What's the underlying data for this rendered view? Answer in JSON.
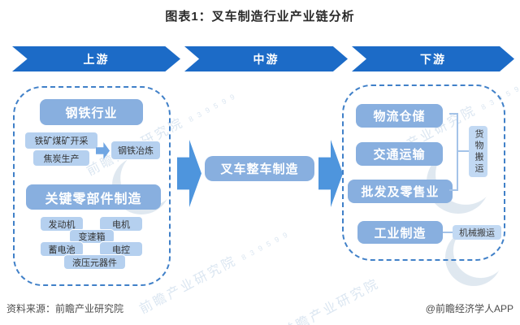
{
  "title": "图表1：叉车制造行业产业链分析",
  "banners": {
    "upstream": "上游",
    "midstream": "中游",
    "downstream": "下游"
  },
  "upstream": {
    "steel_industry": "钢铁行业",
    "mining": "铁矿煤矿开采",
    "coke": "焦炭生产",
    "smelting": "钢铁冶炼",
    "key_components": "关键零部件制造",
    "engine": "发动机",
    "motor": "电机",
    "gearbox": "变速箱",
    "battery": "蓄电池",
    "electric_control": "电控",
    "hydraulic": "液压元器件"
  },
  "midstream": {
    "forklift_manufacturing": "叉车整车制造"
  },
  "downstream": {
    "logistics_warehousing": "物流仓储",
    "transportation": "交通运输",
    "wholesale_retail": "批发及零售业",
    "cargo_handling": "货物搬运",
    "industrial_manufacturing": "工业制造",
    "mechanical_handling": "机械搬运"
  },
  "footer": {
    "source": "资料来源：前瞻产业研究院",
    "brand": "@前瞻经济学人APP"
  },
  "watermark": {
    "text": "前瞻产业研究院",
    "digits": "8 3 9 5 9 9"
  },
  "colors": {
    "banner_blue": "#1c6bc7",
    "box_blue": "#88afdf",
    "small_box_blue": "#b5d0ef",
    "arrow_blue": "#4e95dd",
    "dashed_border_blue": "#4080c8"
  }
}
